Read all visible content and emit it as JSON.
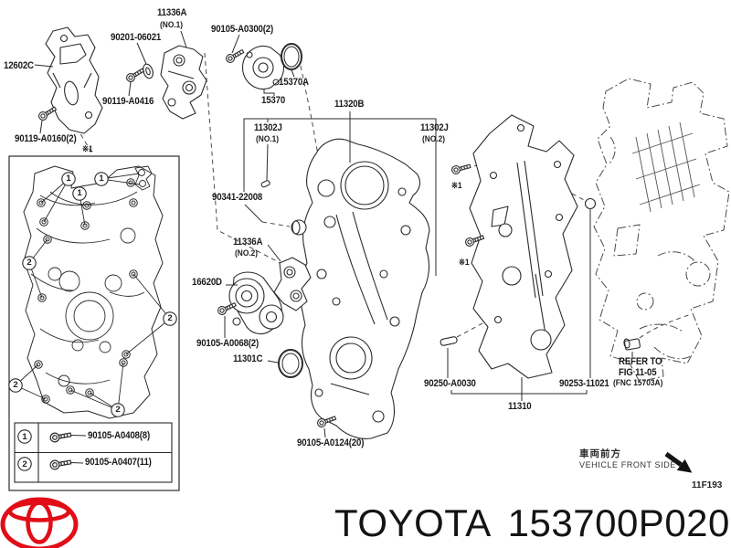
{
  "diagram": {
    "labels": {
      "p12602c": "12602C",
      "b90119_a0160": "90119-A0160(2)",
      "note1": "※1",
      "b90201_06021": "90201-06021",
      "p11336a": "11336A",
      "no1": "(NO.1)",
      "no2": "(NO.2)",
      "b90119_a0416": "90119-A0416",
      "b90105_a0300": "90105-A0300(2)",
      "p15370a": "15370A",
      "p15370": "15370",
      "p11302j": "11302J",
      "p11320b": "11320B",
      "b90341_22008": "90341-22008",
      "p16620d": "16620D",
      "b90105_a0068": "90105-A0068(2)",
      "p11301c": "11301C",
      "b90105_a0124": "90105-A0124(20)",
      "b90250_a0030": "90250-A0030",
      "b90253_11021": "90253-11021",
      "p11310": "11310"
    },
    "refer_note": {
      "line1": "REFER TO",
      "line2": "FIG 11-05",
      "line3": "(FNC 15703A)"
    },
    "orientation": {
      "jp": "車両前方",
      "en": "VEHICLE FRONT SIDE"
    },
    "figure_code": "11F193",
    "legend": {
      "rows": [
        {
          "num": "1",
          "part": "90105-A0408(8)"
        },
        {
          "num": "2",
          "part": "90105-A0407(11)"
        }
      ]
    },
    "callout_nums": {
      "one": "1",
      "two": "2"
    },
    "colors": {
      "brand_red": "#e10d17",
      "line": "#2b2b2b"
    }
  },
  "footer": {
    "title": "TOYOTA 153700P020"
  }
}
